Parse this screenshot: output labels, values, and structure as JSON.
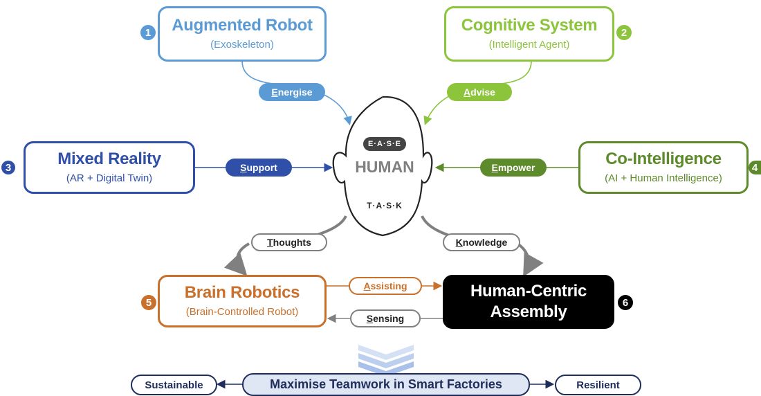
{
  "nodes": {
    "augmented_robot": {
      "num": "1",
      "title": "Augmented Robot",
      "subtitle": "(Exoskeleton)",
      "color": "#5b9bd5"
    },
    "cognitive_system": {
      "num": "2",
      "title": "Cognitive System",
      "subtitle": "(Intelligent Agent)",
      "color": "#8cc43c"
    },
    "mixed_reality": {
      "num": "3",
      "title": "Mixed Reality",
      "subtitle": "(AR + Digital Twin)",
      "color": "#2f4fa8"
    },
    "co_intelligence": {
      "num": "4",
      "title": "Co-Intelligence",
      "subtitle": "(AI + Human Intelligence)",
      "color": "#5d8a2b"
    },
    "brain_robotics": {
      "num": "5",
      "title": "Brain Robotics",
      "subtitle": "(Brain-Controlled Robot)",
      "color": "#c8702c"
    },
    "human_centric": {
      "num": "6",
      "title_line1": "Human-Centric",
      "title_line2": "Assembly",
      "color": "#000000"
    }
  },
  "edges": {
    "energise": {
      "first": "E",
      "rest": "nergise"
    },
    "advise": {
      "first": "A",
      "rest": "dvise"
    },
    "support": {
      "first": "S",
      "rest": "upport"
    },
    "empower": {
      "first": "E",
      "rest": "mpower"
    },
    "thoughts": {
      "first": "T",
      "rest": "houghts"
    },
    "knowledge": {
      "first": "K",
      "rest": "nowledge"
    },
    "assisting": {
      "first": "A",
      "rest": "ssisting"
    },
    "sensing": {
      "first": "S",
      "rest": "ensing"
    }
  },
  "human": {
    "badge": "E·A·S·E",
    "label": "HUMAN",
    "task": "T·A·S·K"
  },
  "bottom": {
    "center": "Maximise Teamwork in Smart Factories",
    "left": "Sustainable",
    "right": "Resilient"
  }
}
